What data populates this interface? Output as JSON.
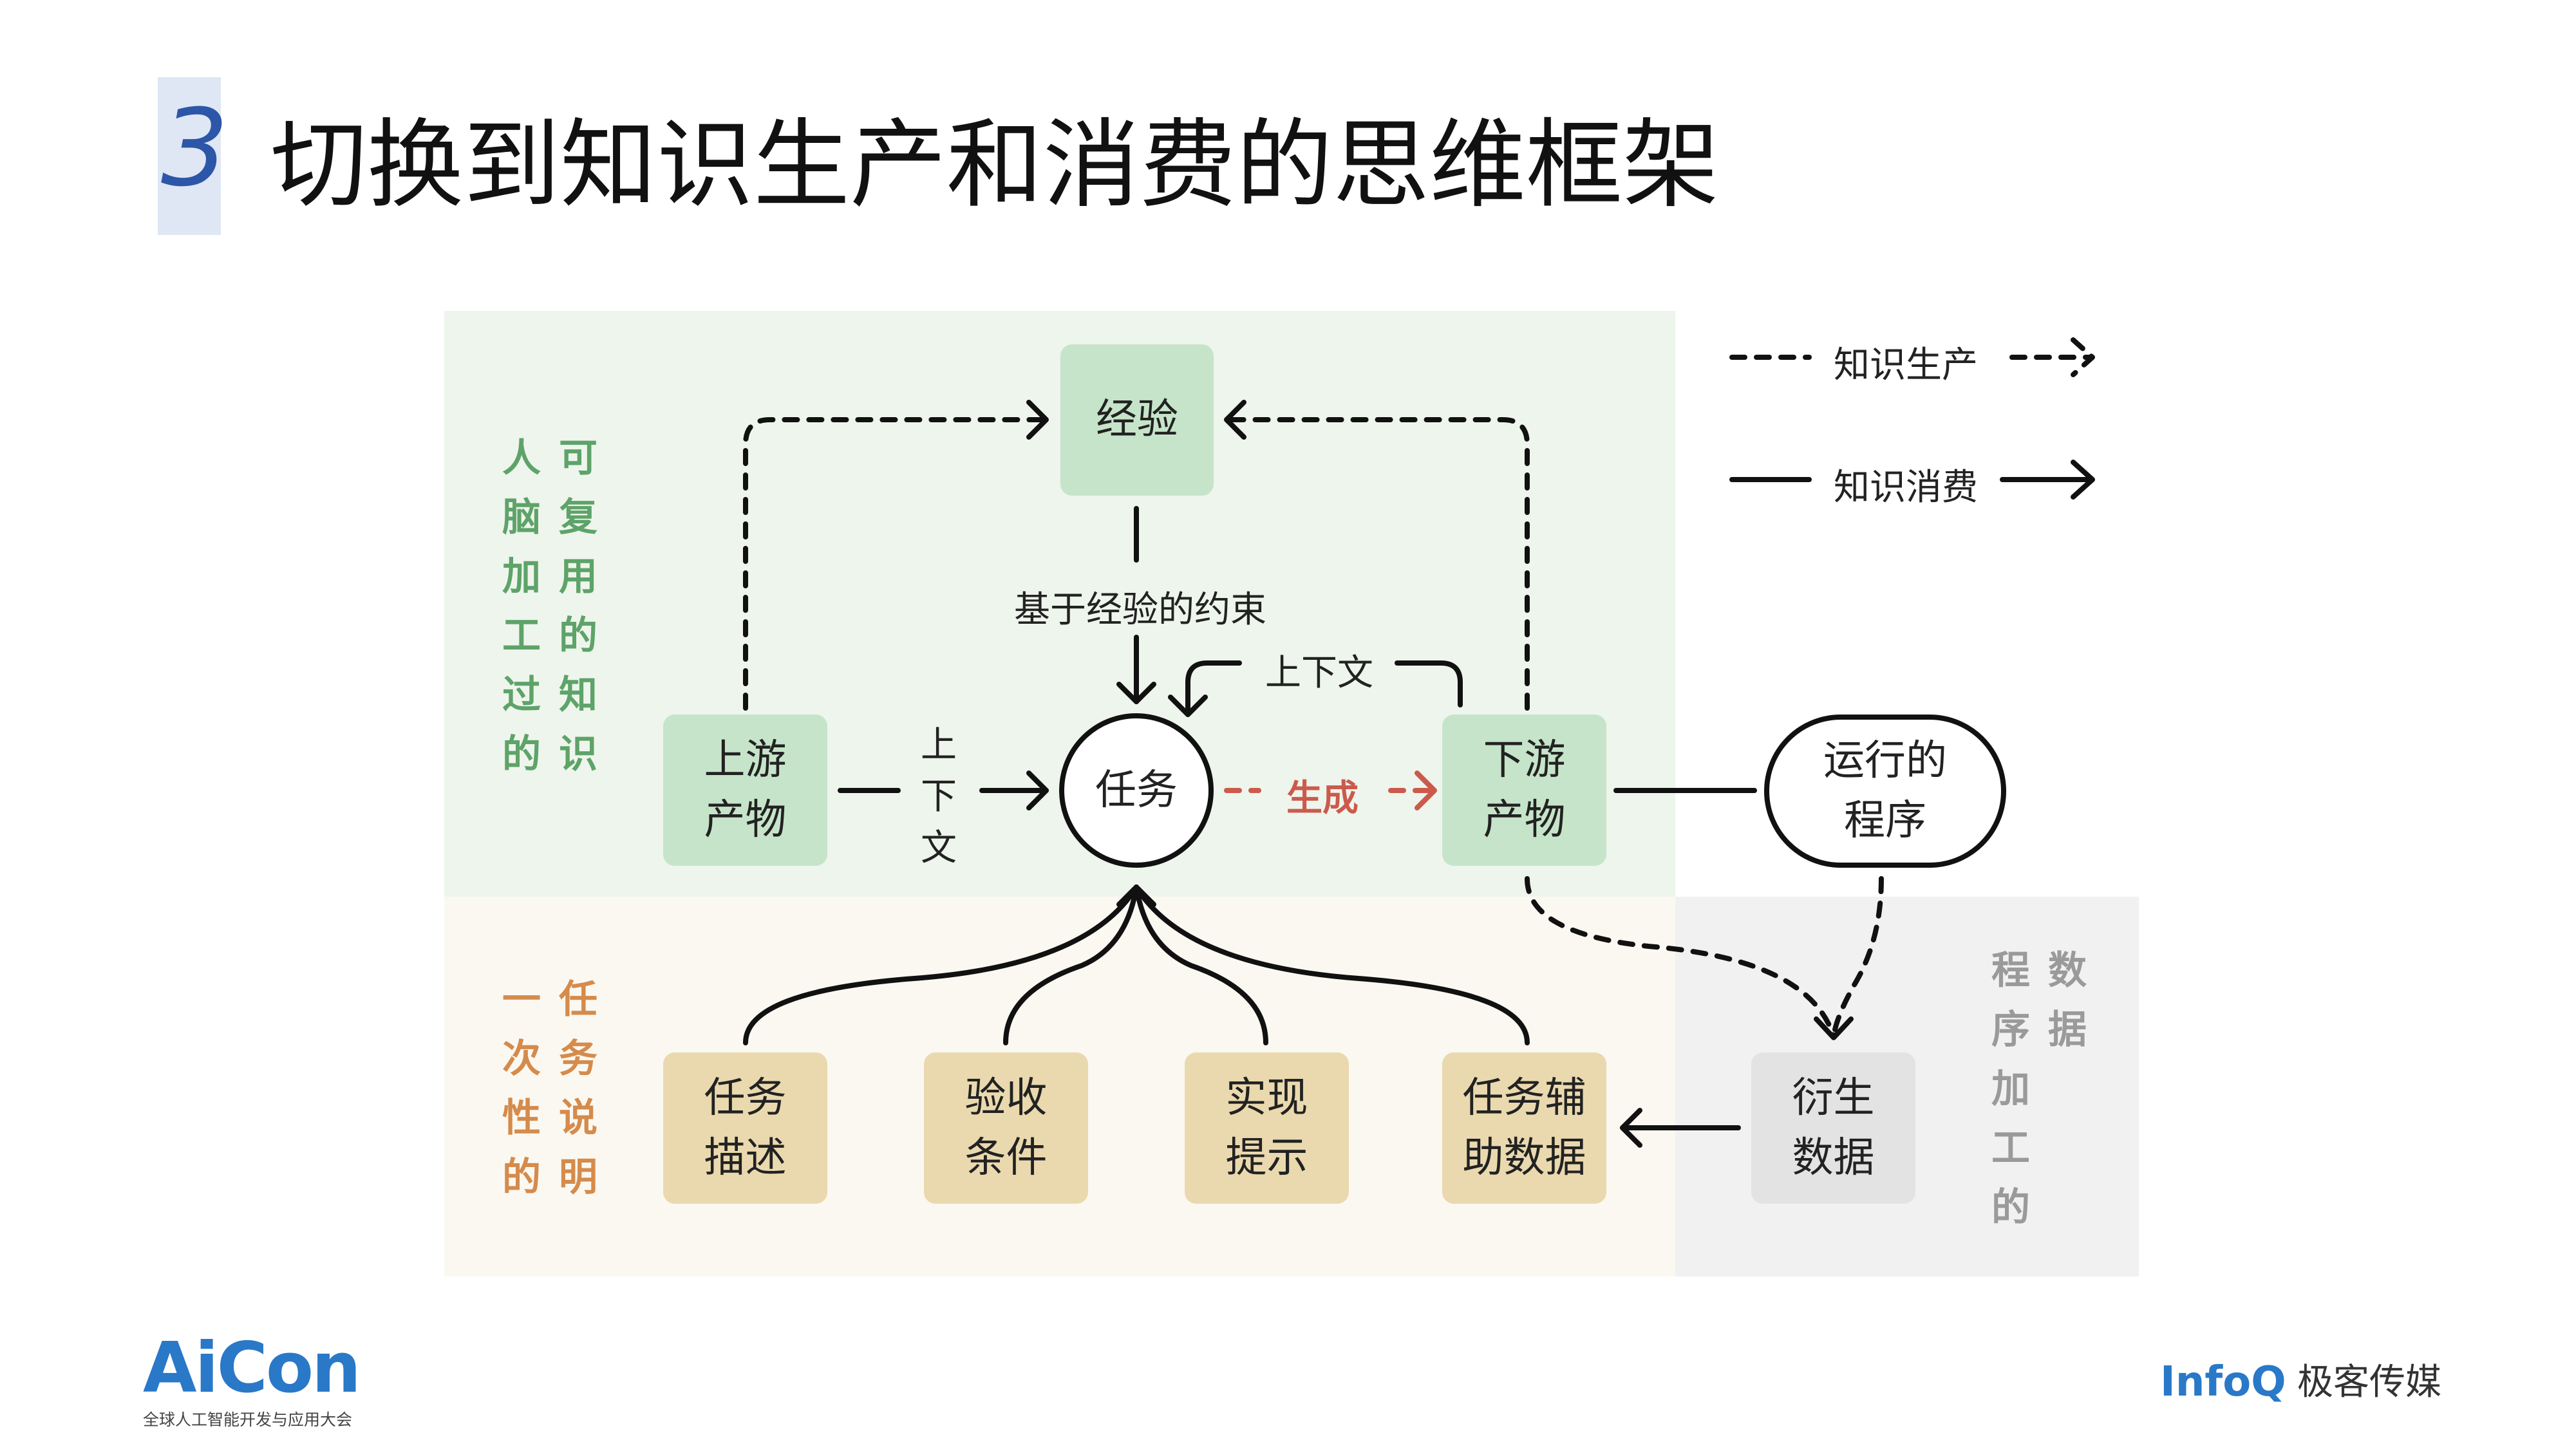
{
  "title": {
    "number": "3",
    "text": "切换到知识生产和消费的思维框架"
  },
  "legend": {
    "production": "知识生产",
    "consumption": "知识消费"
  },
  "side_labels": {
    "reusable": "可复用的知识",
    "brain_process": "人脑加工过的",
    "one_time": "任务说明",
    "one_time_2": "一次性的",
    "data": "数据",
    "program_process": "程序加工的"
  },
  "nodes": {
    "experience": "经验",
    "upstream": "上游\n产物",
    "task": "任务",
    "downstream": "下游\n产物",
    "program": "运行的\n程序",
    "derived": "衍生\n数据",
    "task_desc": "任务\n描述",
    "acceptance": "验收\n条件",
    "hints": "实现\n提示",
    "aux_data": "任务辅\n助数据"
  },
  "edge_labels": {
    "constraint": "基于经验的约束",
    "context_loop": "上下文",
    "context_vertical": "上下文",
    "generate": "生成"
  },
  "branding": {
    "aicon": "AiCon",
    "aicon_sub": "全球人工智能开发与应用大会",
    "infoq": "InfoQ",
    "infoq_cn": "极客传媒"
  },
  "colors": {
    "green_region": "#eef5ec",
    "cream_region": "#fbf8f1",
    "gray_region": "#f1f1f2",
    "green_box": "#c6e4c9",
    "tan_box": "#ead9ae",
    "grey_box": "#e3e3e4",
    "accent_red": "#cc5a4c",
    "accent_blue": "#2a78c8"
  }
}
